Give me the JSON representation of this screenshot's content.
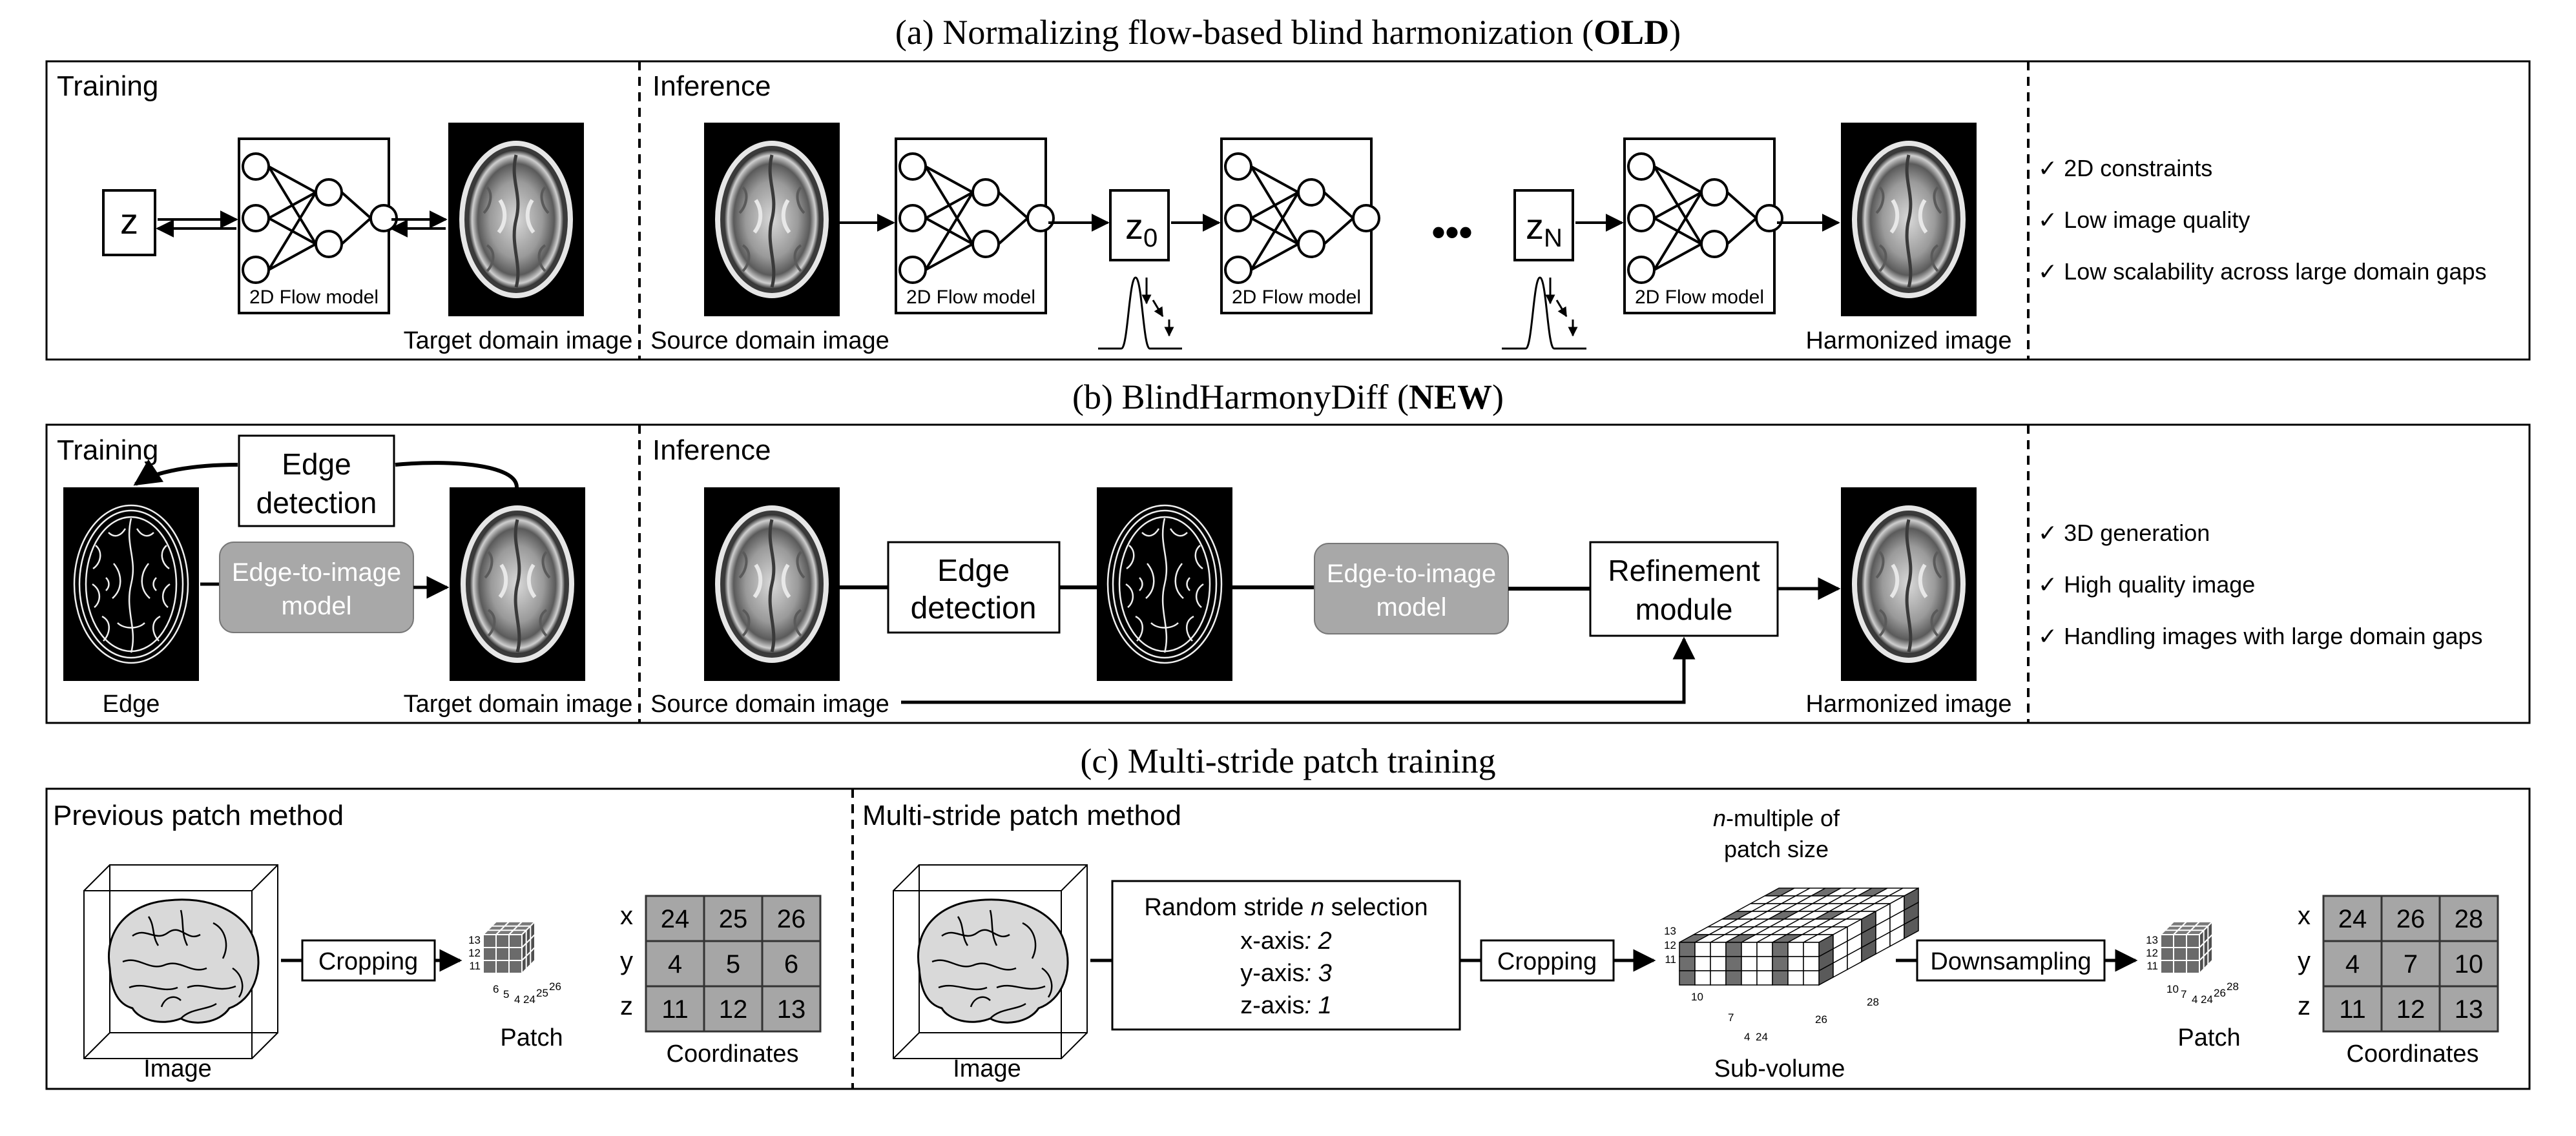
{
  "panel_a": {
    "title_pre": "(a) Normalizing flow-based blind harmonization (",
    "title_bold": "OLD",
    "title_post": ")",
    "training_label": "Training",
    "inference_label": "Inference",
    "z_label": "z",
    "flow_model_label": "2D Flow model",
    "target_domain_label": "Target domain image",
    "source_domain_label": "Source domain image",
    "z0_main": "z",
    "z0_sub": "0",
    "zn_main": "z",
    "zn_sub": "N",
    "ellipsis": "•••",
    "harmonized_label": "Harmonized image",
    "checks": [
      "2D constraints",
      "Low image quality",
      "Low scalability across large domain gaps"
    ]
  },
  "panel_b": {
    "title_pre": "(b) BlindHarmonyDiff (",
    "title_bold": "NEW",
    "title_post": ")",
    "training_label": "Training",
    "inference_label": "Inference",
    "edge_detection_line1": "Edge",
    "edge_detection_line2": "detection",
    "edge_to_image_line1": "Edge-to-image",
    "edge_to_image_line2": "model",
    "refinement_line1": "Refinement",
    "refinement_line2": "module",
    "edge_label": "Edge",
    "target_domain_label": "Target domain image",
    "source_domain_label": "Source domain image",
    "harmonized_label": "Harmonized image",
    "checks": [
      "3D generation",
      "High quality image",
      "Handling images with large domain gaps"
    ]
  },
  "panel_c": {
    "title": "(c) Multi-stride patch training",
    "previous_label": "Previous patch method",
    "multi_label": "Multi-stride patch method",
    "image_label": "Image",
    "cropping_label": "Cropping",
    "patch_label": "Patch",
    "coordinates_label": "Coordinates",
    "sub_volume_label": "Sub-volume",
    "downsampling_label": "Downsampling",
    "multiple_title_italic": "n",
    "multiple_title_rest": "-multiple of",
    "multiple_title_line2": "patch size",
    "stride_title_pre": "Random stride ",
    "stride_title_n": "n",
    "stride_title_post": " selection",
    "stride_axes": [
      {
        "axis": "x-axis",
        "value": "2"
      },
      {
        "axis": "y-axis",
        "value": "3"
      },
      {
        "axis": "z-axis",
        "value": "1"
      }
    ],
    "axis_letters": [
      "x",
      "y",
      "z"
    ],
    "coords_prev": [
      [
        "24",
        "25",
        "26"
      ],
      [
        "4",
        "5",
        "6"
      ],
      [
        "11",
        "12",
        "13"
      ]
    ],
    "coords_new": [
      [
        "24",
        "26",
        "28"
      ],
      [
        "4",
        "7",
        "10"
      ],
      [
        "11",
        "12",
        "13"
      ]
    ],
    "cube_prev_left": [
      "13",
      "12",
      "11"
    ],
    "cube_prev_bottom": [
      "6",
      "5",
      "4",
      "24",
      "25",
      "26"
    ],
    "cube_new_left": [
      "13",
      "12",
      "11"
    ],
    "cube_new_bottom": [
      "10",
      "7",
      "4",
      "24",
      "26",
      "28"
    ],
    "sub_left": [
      "13",
      "12",
      "11"
    ],
    "sub_bottom": [
      "10",
      "7",
      "4",
      "24",
      "26",
      "28"
    ]
  },
  "colors": {
    "line": "#000000",
    "gray_box": "#a8a8a8",
    "gray_cell": "#a6a6a6",
    "cube_gray": "#6e6e6e"
  }
}
